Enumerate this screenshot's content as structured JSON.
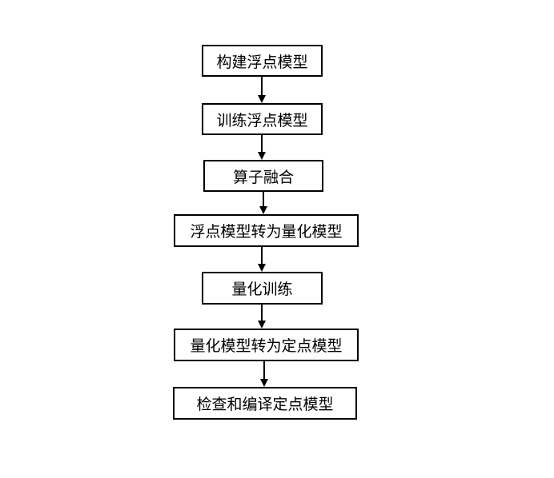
{
  "flowchart": {
    "steps": [
      "构建浮点模型",
      "训练浮点模型",
      "算子融合",
      "浮点模型转为量化模型",
      "量化训练",
      "量化模型转为定点模型",
      "检查和编译定点模型"
    ]
  }
}
